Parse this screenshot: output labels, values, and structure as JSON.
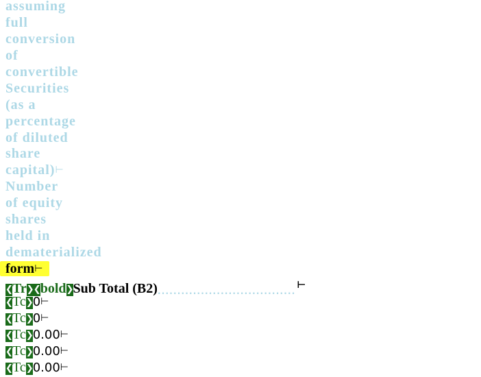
{
  "document": {
    "faded_lines": [
      "assuming",
      "full",
      "conversion",
      "of",
      "convertible",
      "Securities",
      "(as a",
      "percentage",
      "of diluted",
      "share",
      "capital)",
      "Number",
      "of equity",
      "shares",
      "held in",
      "dematerialized"
    ],
    "highlighted_line": "form",
    "paragraph_mark": "⊢",
    "subtotal_row": {
      "row_tag": "Tr",
      "style_tag": "bold",
      "label": "Sub Total (B2)",
      "leader": "...................................",
      "end_mark": "⊢"
    },
    "cells": [
      {
        "tag": "Tc",
        "value": "0"
      },
      {
        "tag": "Tc",
        "value": "0"
      },
      {
        "tag": "Tc",
        "value": "0.00"
      },
      {
        "tag": "Tc",
        "value": "0.00"
      },
      {
        "tag": "Tc",
        "value": "0.00"
      }
    ],
    "marker_open": "❮",
    "marker_close": "❯",
    "colors": {
      "faded_text": "#add8e6",
      "highlight": "#ffff33",
      "tag_green": "#1a6b1a",
      "text": "#000000"
    }
  }
}
